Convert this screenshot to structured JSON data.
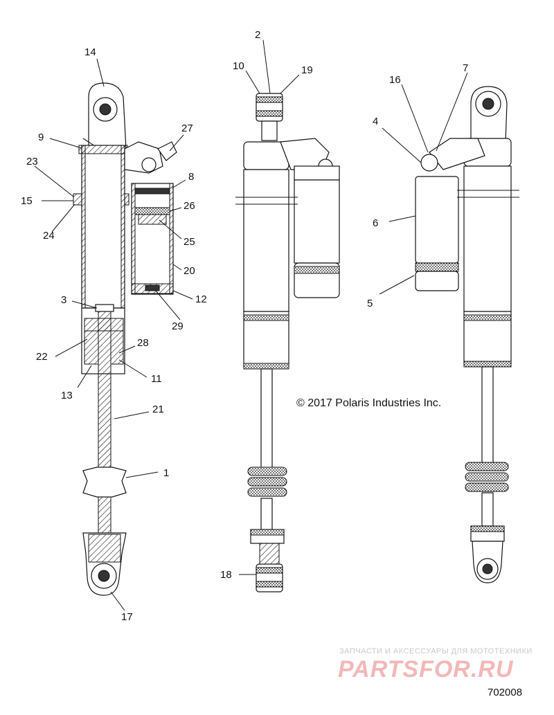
{
  "callouts": {
    "c1": "1",
    "c2": "2",
    "c3": "3",
    "c4": "4",
    "c5": "5",
    "c6": "6",
    "c7": "7",
    "c8": "8",
    "c9": "9",
    "c10": "10",
    "c11": "11",
    "c12": "12",
    "c13": "13",
    "c14": "14",
    "c15": "15",
    "c16": "16",
    "c17": "17",
    "c18": "18",
    "c19": "19",
    "c20": "20",
    "c21": "21",
    "c22": "22",
    "c23": "23",
    "c24": "24",
    "c25": "25",
    "c26": "26",
    "c27": "27",
    "c28": "28",
    "c29": "29"
  },
  "copyright": "© 2017 Polaris Industries Inc.",
  "diagram_number": "702008",
  "watermark": {
    "tagline": "ЗАПЧАСТИ И АКСЕССУАРЫ ДЛЯ МОТОТЕХНИКИ",
    "brand": "PARTSFOR.RU",
    "color": "#e88a8a"
  }
}
